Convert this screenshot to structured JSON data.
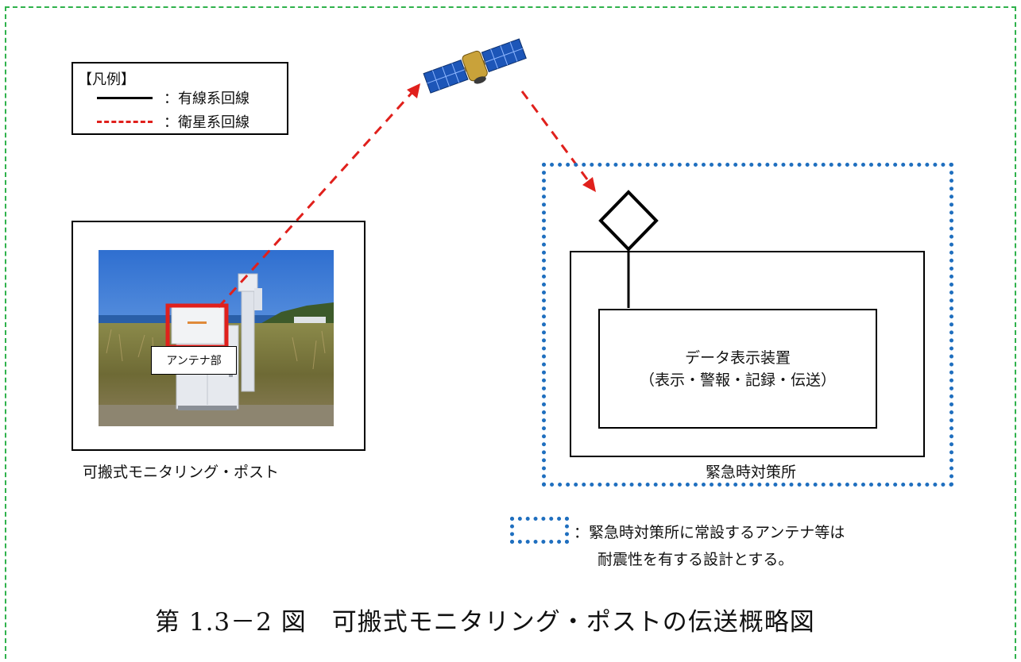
{
  "legend": {
    "title": "【凡例】",
    "wired_label": "：有線系回線",
    "satellite_label": "：衛星系回線"
  },
  "monitoring_post": {
    "antenna_label": "アンテナ部",
    "caption": "可搬式モニタリング・ポスト"
  },
  "emergency_center": {
    "display_line1": "データ表示装置",
    "display_line2": "（表示・警報・記録・伝送）",
    "caption": "緊急時対策所"
  },
  "note": {
    "line1": "：緊急時対策所に常設するアンテナ等は",
    "line2": "耐震性を有する設計とする。"
  },
  "figure_caption": "第 1.3－2 図　可搬式モニタリング・ポストの伝送概略図",
  "colors": {
    "frame": "#2fb24c",
    "satellite_line": "#e0201c",
    "seismic_box": "#1f6fbf",
    "wired_line": "#000000"
  }
}
